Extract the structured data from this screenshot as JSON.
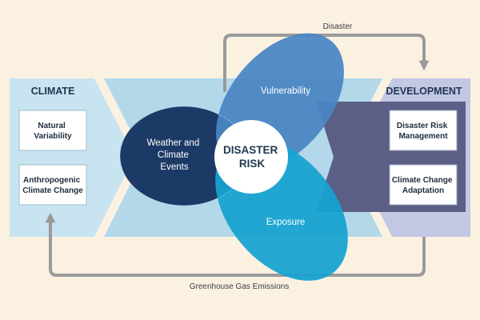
{
  "climate": {
    "title": "CLIMATE",
    "boxes": [
      {
        "lines": [
          "Natural",
          "Variability"
        ]
      },
      {
        "lines": [
          "Anthropogenic",
          "Climate Change"
        ]
      }
    ]
  },
  "development": {
    "title": "DEVELOPMENT",
    "boxes": [
      {
        "lines": [
          "Disaster Risk",
          "Management"
        ]
      },
      {
        "lines": [
          "Climate Change",
          "Adaptation"
        ]
      }
    ]
  },
  "petals": {
    "hazard": {
      "lines": [
        "Weather and",
        "Climate",
        "Events"
      ]
    },
    "vulnerability": {
      "lines": [
        "Vulnerability"
      ]
    },
    "exposure": {
      "lines": [
        "Exposure"
      ]
    }
  },
  "center": {
    "lines": [
      "DISASTER",
      "RISK"
    ]
  },
  "flows": {
    "top": "Disaster",
    "bottom": "Greenhouse Gas Emissions"
  },
  "colors": {
    "background": "#fbf1e1",
    "climate_panel": "#c9e4f1",
    "development_panel": "#c2c8e4",
    "development_inner": "#5b5f85",
    "hazard": "#1c3a66",
    "vulnerability": "#4a86c3",
    "exposure": "#16a3cf",
    "arrow": "#9a9a9a"
  }
}
